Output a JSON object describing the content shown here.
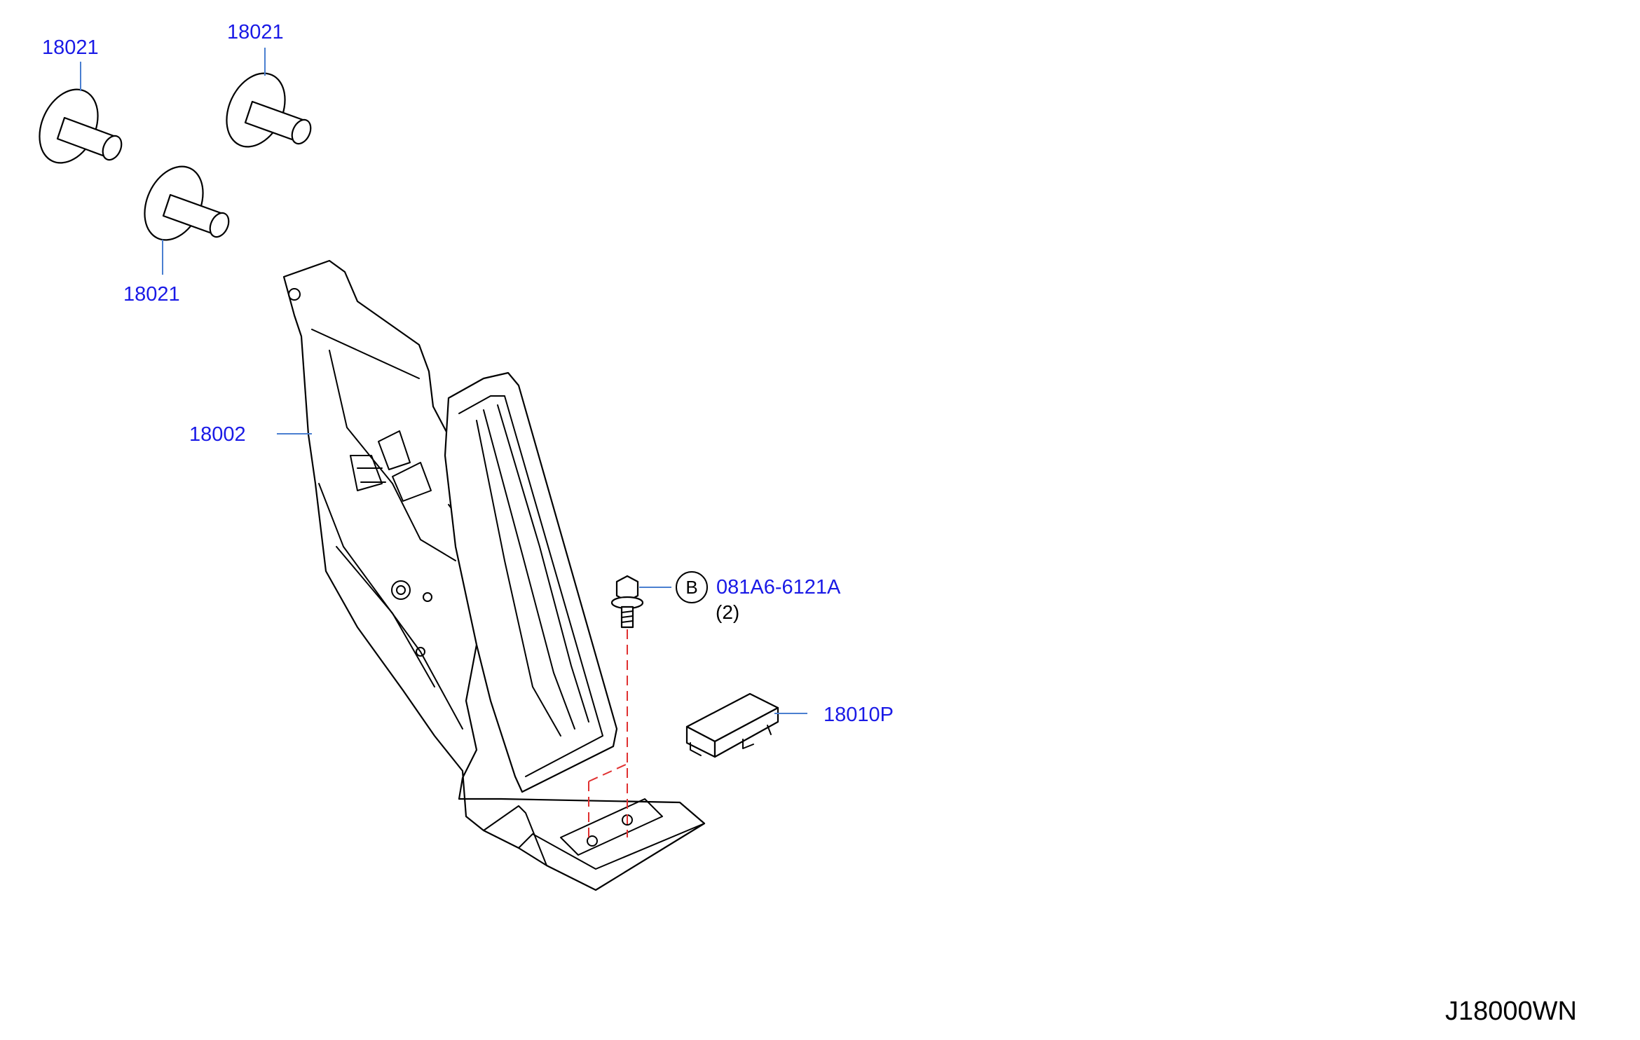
{
  "callouts": {
    "clip_top_left": "18021",
    "clip_top_center": "18021",
    "clip_middle": "18021",
    "pedal_assembly": "18002",
    "bolt": "081A6-6121A",
    "bolt_qty": "(2)",
    "bolt_ref_letter": "B",
    "bracket": "18010P"
  },
  "diagram_id": "J18000WN",
  "colors": {
    "callout_text": "#1a1ae6",
    "leader_line": "#4a7fd0",
    "hidden_line": "#e03030",
    "outline": "#000000"
  }
}
